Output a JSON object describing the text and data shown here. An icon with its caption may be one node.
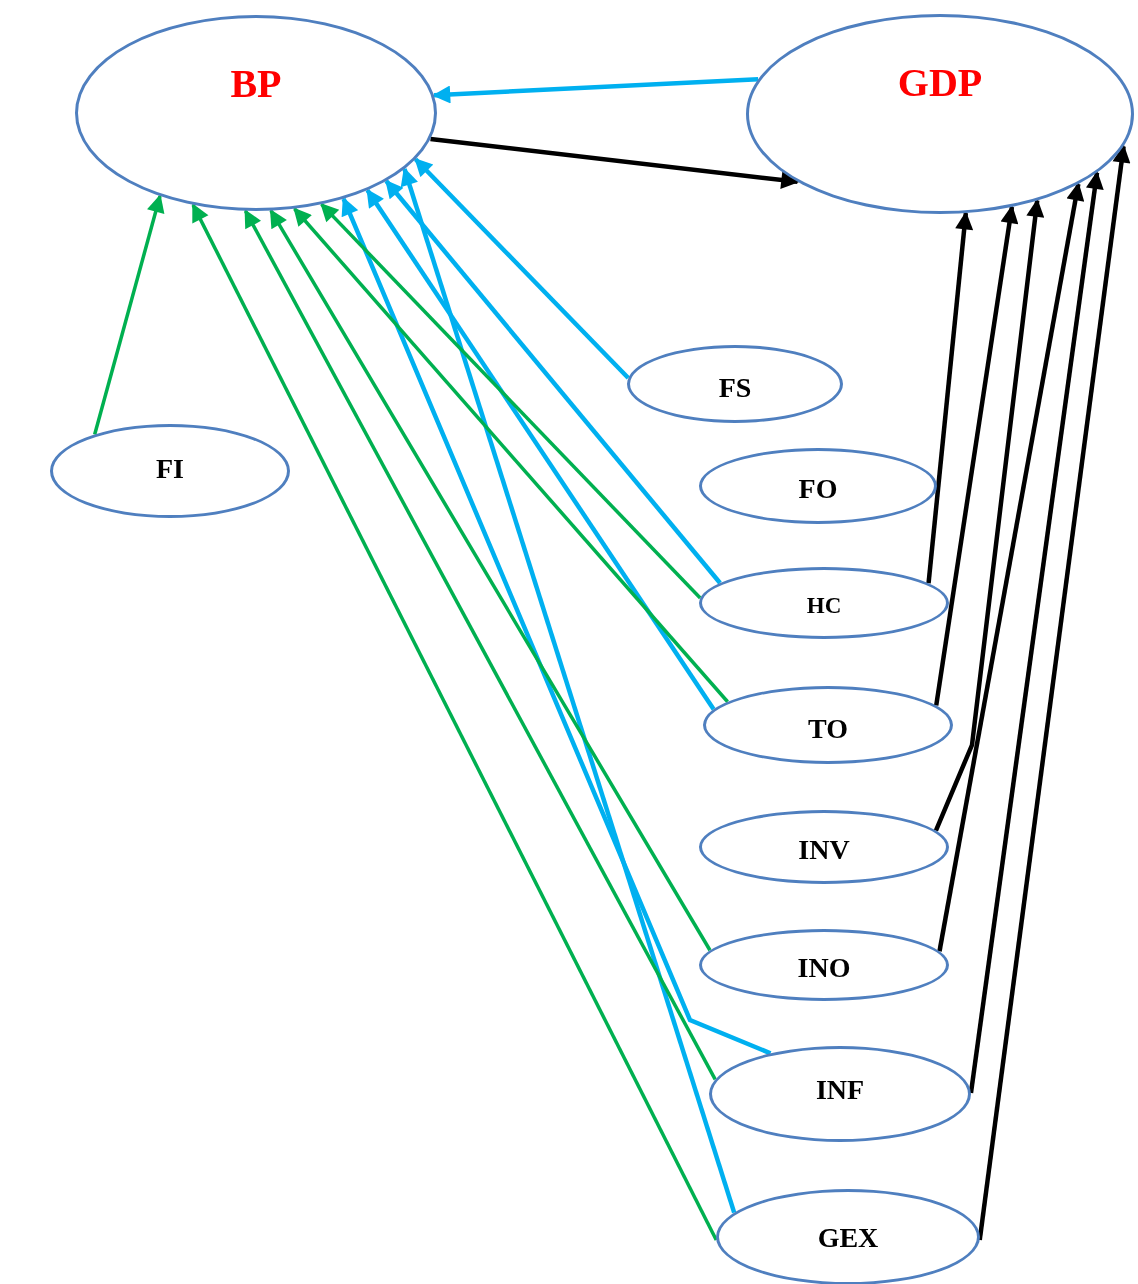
{
  "diagram": {
    "nodes": [
      {
        "text": [
          "BP"
        ]
      },
      {
        "text": [
          "GDP"
        ]
      },
      {
        "text": [
          "FS"
        ]
      },
      {
        "text": [
          "FI"
        ]
      },
      {
        "text": [
          "FO"
        ]
      },
      {
        "text": [
          "HC"
        ]
      },
      {
        "text": [
          "TO"
        ]
      },
      {
        "text": [
          "INV"
        ]
      },
      {
        "text": [
          "INO"
        ]
      },
      {
        "text": [
          "INF"
        ]
      },
      {
        "text": [
          "GEX"
        ]
      }
    ],
    "edges": [
      {
        "from": 1,
        "to": 0,
        "arrow": "to",
        "color": "#00b0f0"
      },
      {
        "from": 0,
        "to": 1,
        "arrow": "to"
      },
      {
        "from": 3,
        "to": 0,
        "arrow": "to",
        "color": "#00b050"
      },
      {
        "from": 2,
        "to": 0,
        "arrow": "to",
        "color": "#00b0f0"
      },
      {
        "from": 5,
        "to": 0,
        "arrow": "to",
        "color": "#00b0f0"
      },
      {
        "from": 6,
        "to": 0,
        "arrow": "to",
        "color": "#00b0f0"
      },
      {
        "from": 9,
        "to": 0,
        "arrow": "to",
        "color": "#00b0f0"
      },
      {
        "from": 10,
        "to": 0,
        "arrow": "to",
        "color": "#00b0f0"
      },
      {
        "from": 5,
        "to": 0,
        "arrow": "to",
        "color": "#00b050"
      },
      {
        "from": 6,
        "to": 0,
        "arrow": "to",
        "color": "#00b050"
      },
      {
        "from": 8,
        "to": 0,
        "arrow": "to",
        "color": "#00b050"
      },
      {
        "from": 9,
        "to": 0,
        "arrow": "to",
        "color": "#00b050"
      },
      {
        "from": 10,
        "to": 0,
        "arrow": "to",
        "color": "#00b050"
      },
      {
        "from": 5,
        "to": 1,
        "arrow": "to"
      },
      {
        "from": 6,
        "to": 1,
        "arrow": "to"
      },
      {
        "from": 7,
        "to": 1,
        "arrow": "to"
      },
      {
        "from": 8,
        "to": 1,
        "arrow": "to"
      },
      {
        "from": 9,
        "to": 1,
        "arrow": "to"
      },
      {
        "from": 10,
        "to": 1,
        "arrow": "to"
      }
    ]
  }
}
